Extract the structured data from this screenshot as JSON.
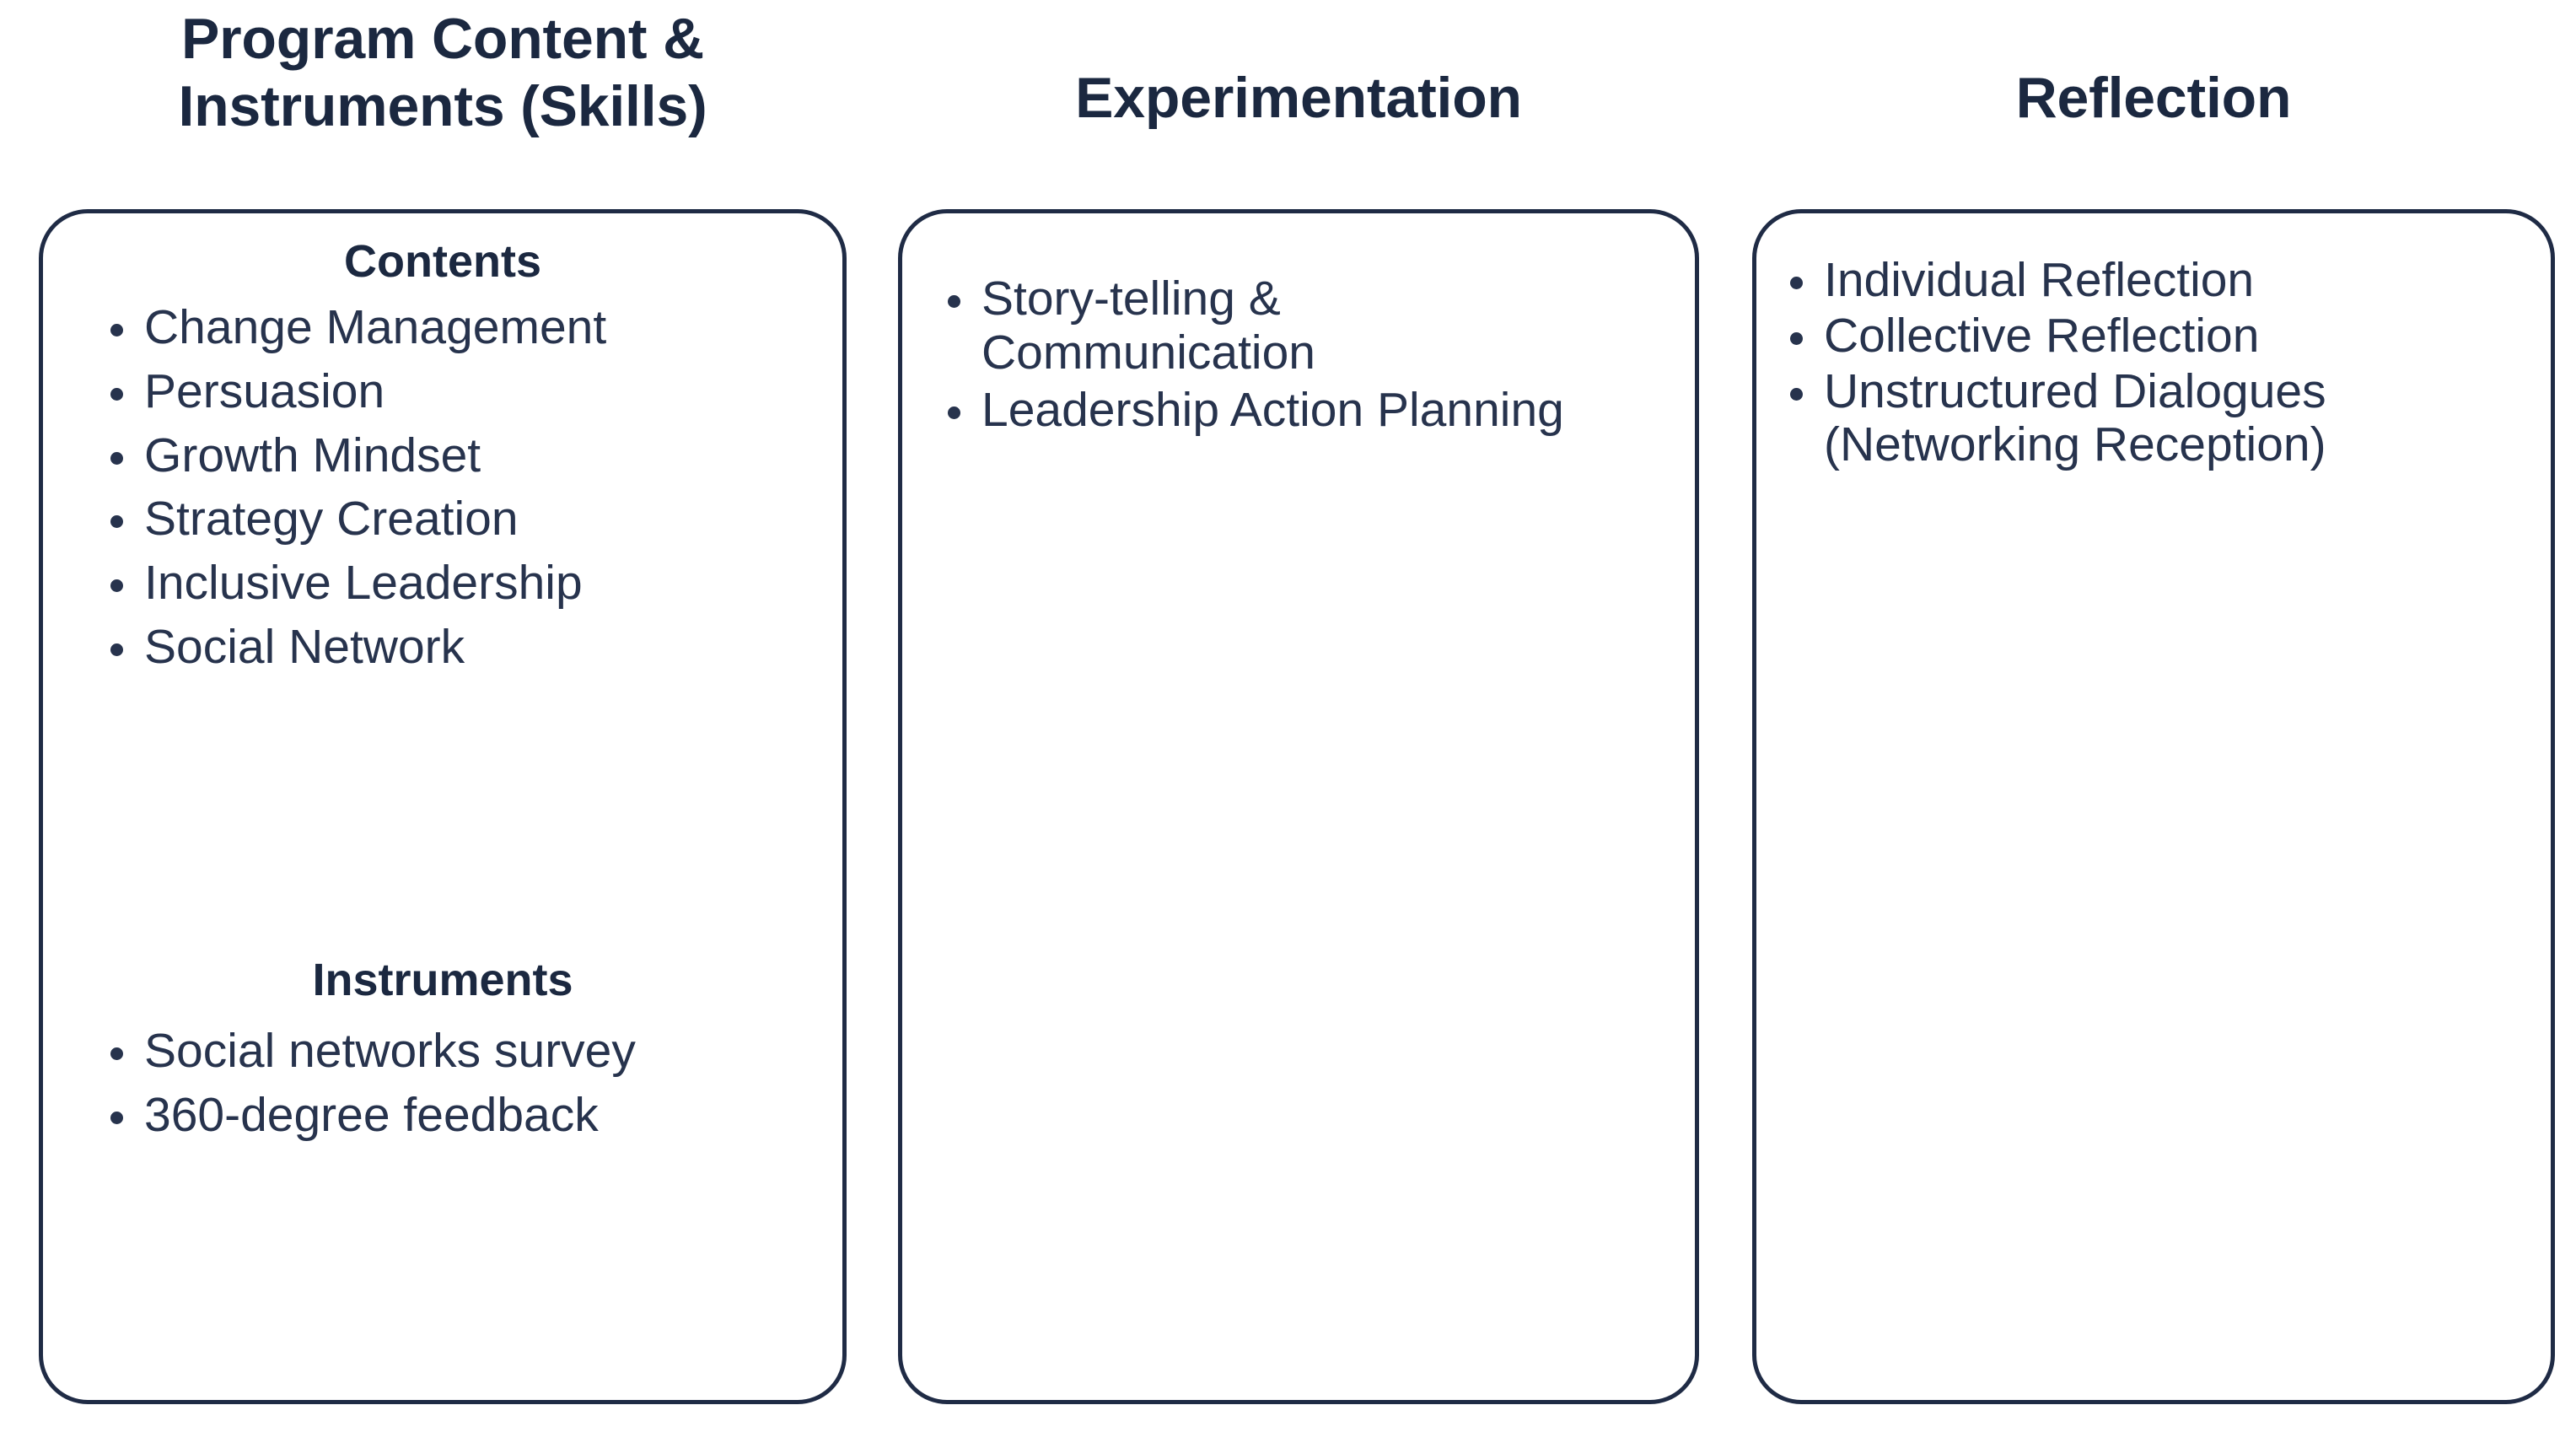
{
  "diagram": {
    "title_color": "#1f2b45",
    "border_color": "#1f2b45",
    "text_color": "#27334d",
    "background": "#ffffff"
  },
  "columns": [
    {
      "heading": "Program Content & Instruments (Skills)",
      "sections": [
        {
          "heading": "Contents",
          "items": [
            "Change Management",
            "Persuasion",
            "Growth Mindset",
            "Strategy Creation",
            "Inclusive Leadership",
            "Social Network"
          ]
        },
        {
          "heading": "Instruments",
          "items": [
            "Social networks survey",
            "360-degree feedback"
          ]
        }
      ]
    },
    {
      "heading": "Experimentation",
      "sections": [
        {
          "heading": "",
          "items": [
            "Story-telling & Communication",
            "Leadership Action Planning"
          ]
        }
      ]
    },
    {
      "heading": "Reflection",
      "sections": [
        {
          "heading": "",
          "items": [
            "Individual Reflection",
            "Collective Reflection",
            "Unstructured Dialogues (Networking Reception)"
          ]
        }
      ]
    }
  ]
}
